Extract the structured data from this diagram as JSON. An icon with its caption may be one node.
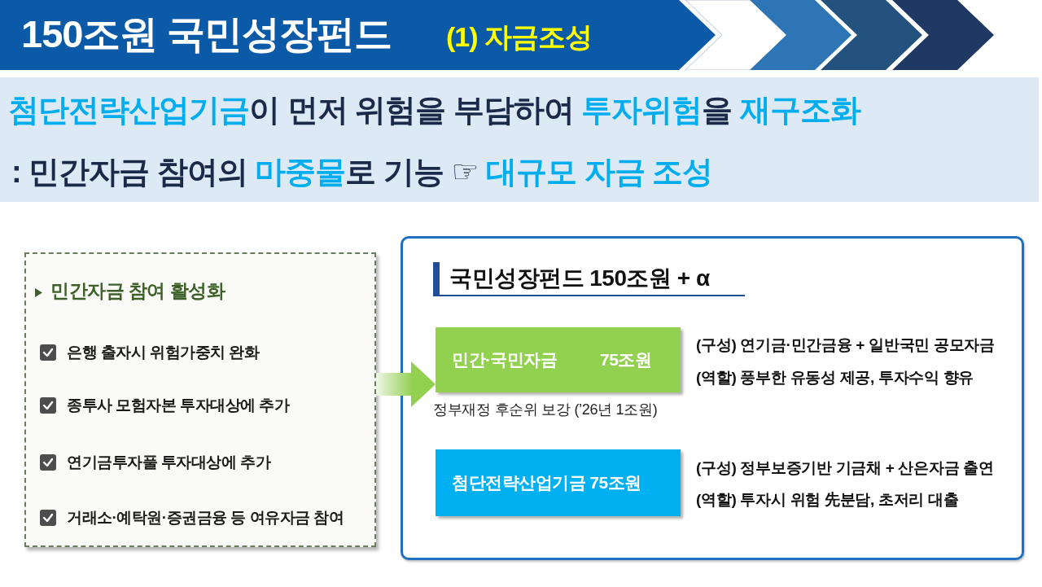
{
  "diagram": {
    "title": "150조원 국민성장펀드",
    "nodes": [
      {
        "text": [
          "민간자금 참여 활성화",
          "은행 출자시 위험가중치 완화",
          "종투사 모험자본 투자대상에 추가",
          "연기금투자풀 투자대상에 추가",
          "거래소·예탁원·증권금융 등 여유자금 참여"
        ]
      },
      {
        "text": [
          "국민성장펀드 150조원 + α"
        ]
      },
      {
        "text": [
          "민간·국민자금",
          "75조원"
        ],
        "in": 1,
        "beside": [
          "(구성) 연기금·민간금융 + 일반국민 공모자금",
          "(역할) 풍부한 유동성 제공, 투자수익 향유",
          "정부재정 후순위 보강 (’26년 1조원)"
        ]
      },
      {
        "text": [
          "첨단전략산업기금 75조원"
        ],
        "in": 1,
        "beside": [
          "(구성) 정부보증기반 기금채 + 산은자금 출연",
          "(역할) 투자시 위험 先분담, 초저리 대출"
        ]
      }
    ],
    "edges": [
      {
        "from": 0,
        "to": 2,
        "arrow": "to",
        "style": "thick"
      }
    ],
    "labels": [
      "(1) 자금조성",
      "**첨단전략산업기금**이 먼저 위험을 부담하여 **투자위험**을 **재구조화**",
      ": 민간자금 참여의 **마중물**로 기능 ☞ **대규모 자금 조성**"
    ]
  }
}
